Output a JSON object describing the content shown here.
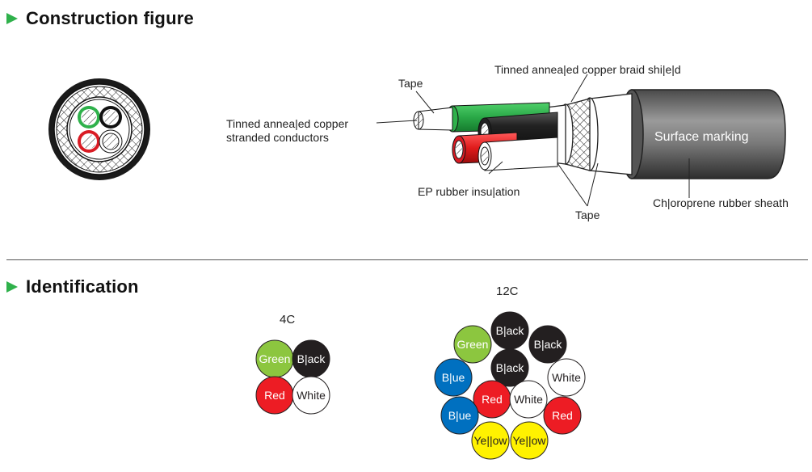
{
  "sections": {
    "construction": {
      "title": "Construction figure"
    },
    "identification": {
      "title": "Identification"
    }
  },
  "labels": {
    "tape_top": "Tape",
    "braid": "Tinned annea|ed copper braid shi|e|d",
    "conductor_line1": "Tinned annea|ed copper",
    "conductor_line2": "stranded conductors",
    "surface_marking": "Surface marking",
    "ep_insulation": "EP rubber insu|ation",
    "tape_bottom": "Tape",
    "sheath": "Ch|oroprene rubber sheath"
  },
  "identification": {
    "set_4c": {
      "title": "4C",
      "cores": [
        {
          "label": "Green",
          "fill": "#8cc63f",
          "text": "#ffffff"
        },
        {
          "label": "B|ack",
          "fill": "#231f20",
          "text": "#ffffff"
        },
        {
          "label": "Red",
          "fill": "#ed1c24",
          "text": "#ffffff"
        },
        {
          "label": "White",
          "fill": "#ffffff",
          "text": "#231f20"
        }
      ]
    },
    "set_12c": {
      "title": "12C",
      "cores": [
        {
          "label": "Green",
          "fill": "#8cc63f",
          "text": "#ffffff"
        },
        {
          "label": "B|ack",
          "fill": "#231f20",
          "text": "#ffffff"
        },
        {
          "label": "B|ack",
          "fill": "#231f20",
          "text": "#ffffff"
        },
        {
          "label": "B|ack",
          "fill": "#231f20",
          "text": "#ffffff"
        },
        {
          "label": "B|ue",
          "fill": "#0070c0",
          "text": "#ffffff"
        },
        {
          "label": "White",
          "fill": "#ffffff",
          "text": "#231f20"
        },
        {
          "label": "Red",
          "fill": "#ed1c24",
          "text": "#ffffff"
        },
        {
          "label": "White",
          "fill": "#ffffff",
          "text": "#231f20"
        },
        {
          "label": "B|ue",
          "fill": "#0070c0",
          "text": "#ffffff"
        },
        {
          "label": "Red",
          "fill": "#ed1c24",
          "text": "#ffffff"
        },
        {
          "label": "Ye||ow",
          "fill": "#fff200",
          "text": "#231f20"
        },
        {
          "label": "Ye||ow",
          "fill": "#fff200",
          "text": "#231f20"
        }
      ]
    }
  },
  "colors": {
    "accent": "#2fb14b"
  }
}
